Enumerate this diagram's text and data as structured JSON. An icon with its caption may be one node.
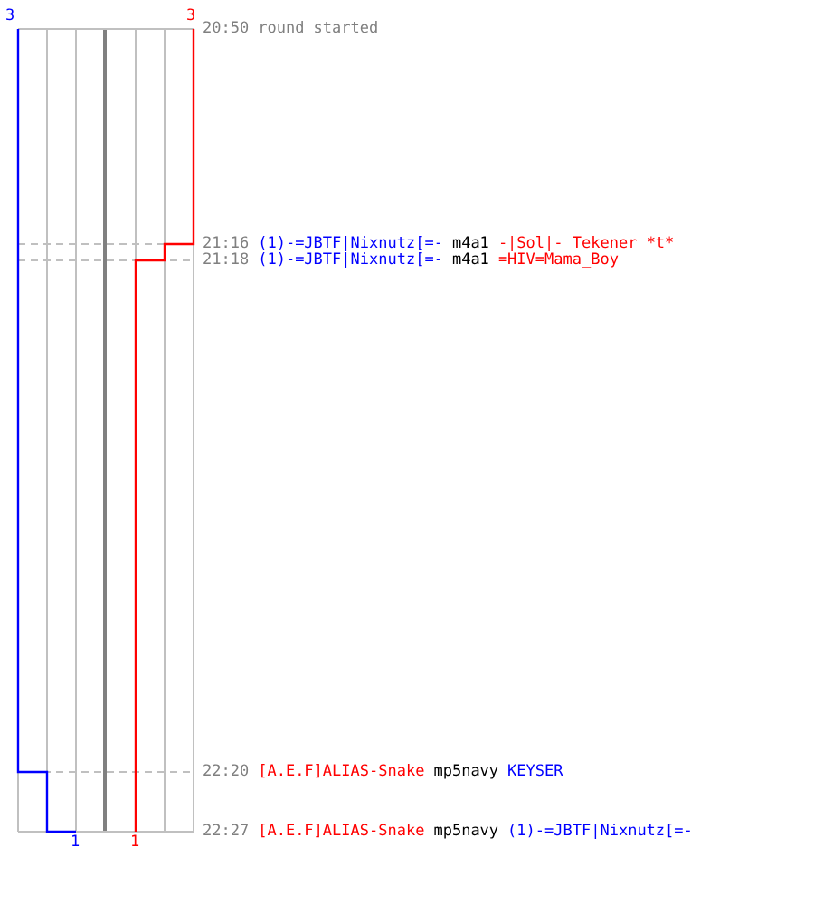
{
  "diagram": {
    "labels": [
      "3",
      "3",
      "20:50",
      "round started",
      "21:16",
      "(1)-=JBTF|Nixnutz[=-",
      "m4a1",
      "-|Sol|- Tekener *t*",
      "21:18",
      "(1)-=JBTF|Nixnutz[=-",
      "m4a1",
      "=HIV=Mama_Boy",
      "22:20",
      "[A.E.F]ALIAS-Snake",
      "mp5navy",
      "KEYSER",
      "22:27",
      "[A.E.F]ALIAS-Snake",
      "mp5navy",
      "(1)-=JBTF|Nixnutz[=-",
      "1",
      "1"
    ]
  }
}
